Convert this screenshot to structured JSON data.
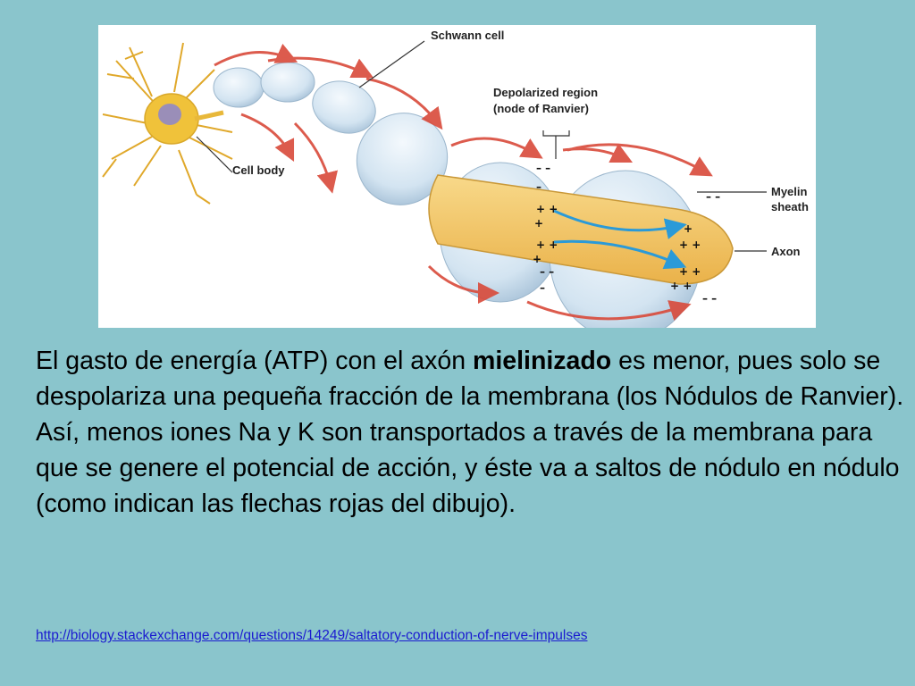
{
  "diagram": {
    "labels": {
      "schwann_cell": "Schwann cell",
      "depolarized_region_line1": "Depolarized region",
      "depolarized_region_line2": "(node of Ranvier)",
      "cell_body": "Cell body",
      "myelin_sheath_line1": "Myelin",
      "myelin_sheath_line2": "sheath",
      "axon": "Axon"
    },
    "colors": {
      "background": "#8ac5cc",
      "myelin": "#d6e6f2",
      "axon": "#f5c86a",
      "saltatory_arrow": "#d94a3a",
      "current_arrow": "#2a9ad8",
      "neuron_body": "#f0c23a"
    }
  },
  "text": {
    "part1": "El gasto de energía (ATP) con el axón ",
    "bold": "mielinizado",
    "part2": " es menor, pues solo se despolariza una pequeña fracción de la membrana (los Nódulos de Ranvier). Así, menos iones Na y K son transportados a través de la membrana para que se genere el potencial de acción, y éste va a saltos de nódulo en nódulo (como indican las flechas rojas del dibujo)."
  },
  "source": {
    "url": "http://biology.stackexchange.com/questions/14249/saltatory-conduction-of-nerve-impulses"
  }
}
